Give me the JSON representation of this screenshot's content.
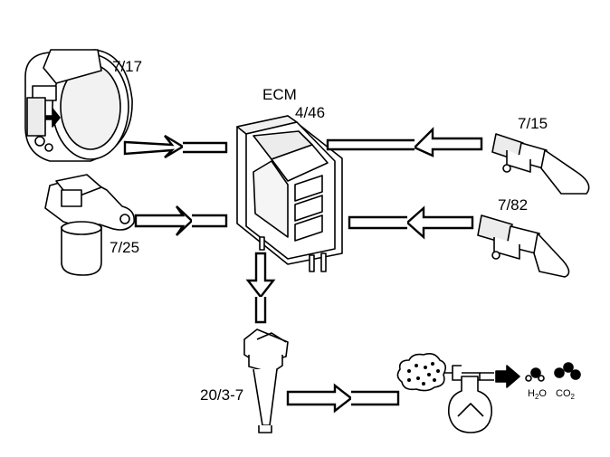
{
  "labels": {
    "ecm": "ECM",
    "ecm_ref": "4/46",
    "maf_ref": "7/17",
    "cam_ref": "7/25",
    "o2_upstream_ref": "7/15",
    "o2_downstream_ref": "7/82",
    "coil_ref": "20/3-7"
  },
  "products": {
    "water": {
      "main": "H",
      "sub": "2",
      "tail": "O"
    },
    "co2": {
      "main": "CO",
      "sub": "2"
    }
  },
  "colors": {
    "line": "#000000",
    "paper": "#ffffff",
    "shade": "#d9d9d9"
  }
}
